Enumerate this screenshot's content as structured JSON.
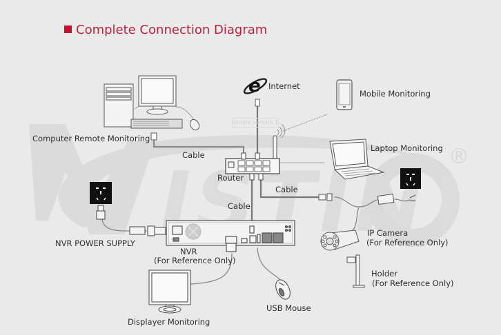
{
  "title": "Complete Connection Diagram",
  "accent_color": "#c8102e",
  "watermark": {
    "brand": "WISTINO",
    "registered_mark": "®",
    "badge": "simple version 1"
  },
  "labels": {
    "internet": "Internet",
    "mobile": "Mobile Monitoring",
    "computer": "Computer Remote Monitoring",
    "cable_computer": "Cable",
    "router": "Router",
    "laptop": "Laptop Monitoring",
    "cable_camera": "Cable",
    "cable_nvr": "Cable",
    "nvr_power": "NVR POWER SUPPLY",
    "nvr": "NVR",
    "nvr_note": "(For Reference Only)",
    "ip_camera": "IP Camera",
    "ip_camera_note": "(For Reference Only)",
    "holder": "Holder",
    "holder_note": "(For Reference Only)",
    "display": "Displayer Monitoring",
    "mouse": "USB Mouse"
  },
  "icons": {
    "internet": "internet-explorer-icon",
    "mobile": "smartphone-icon",
    "computer": "desktop-computer-icon",
    "laptop": "laptop-icon",
    "router": "router-icon",
    "outlet": "power-outlet-icon",
    "nvr": "nvr-recorder-icon",
    "camera": "bullet-camera-icon",
    "holder": "camera-bracket-icon",
    "monitor": "monitor-icon",
    "mouse": "mouse-icon"
  }
}
